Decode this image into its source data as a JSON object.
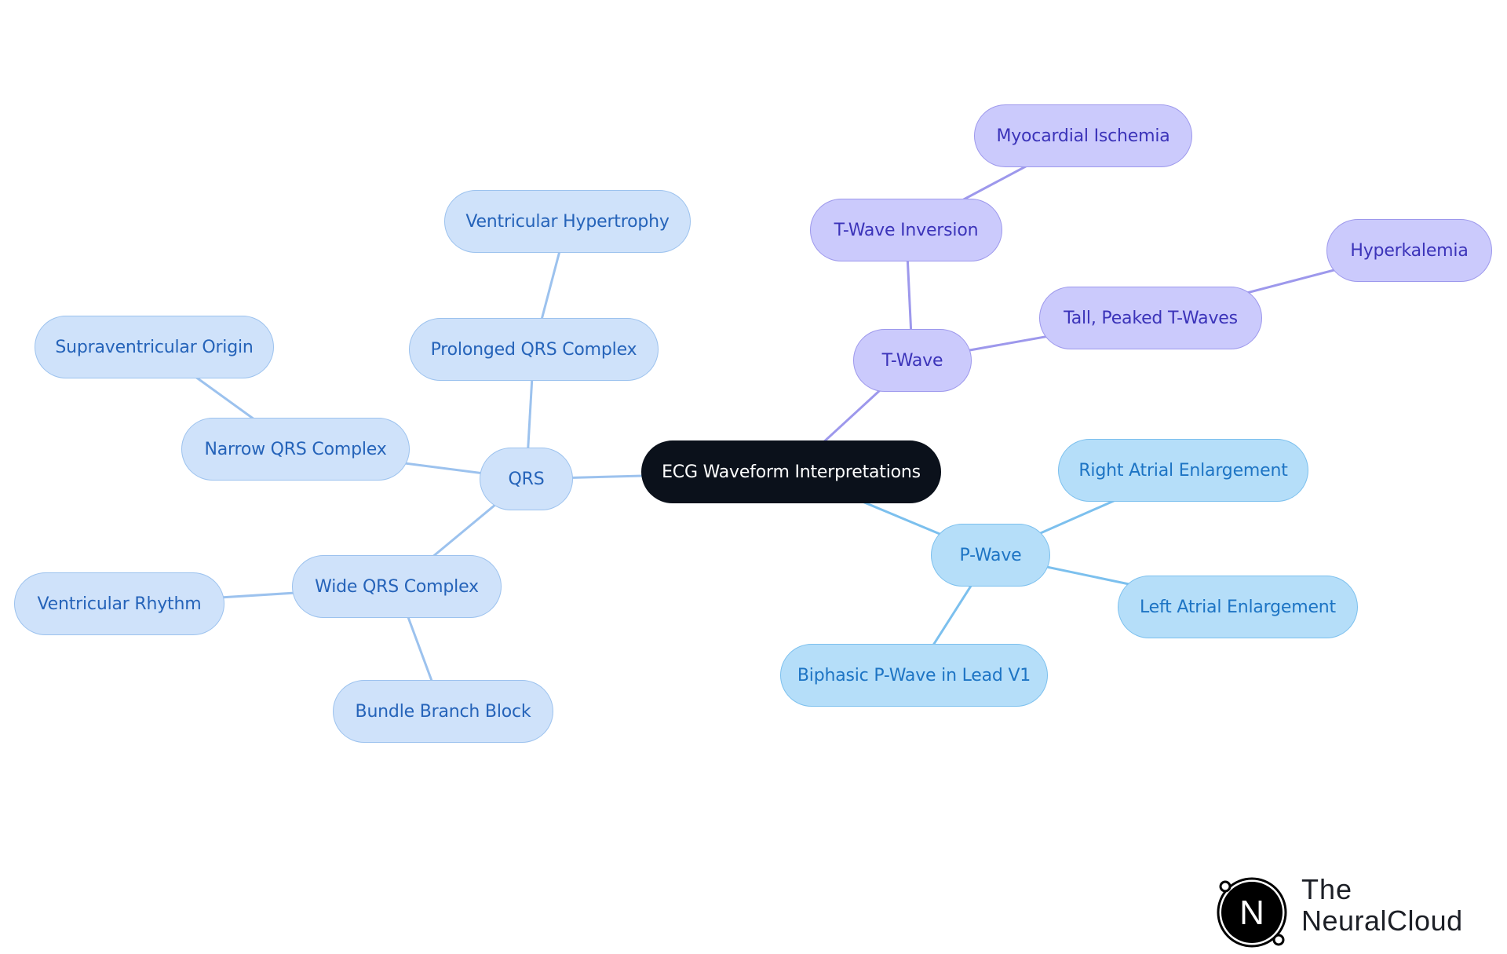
{
  "diagram": {
    "root": {
      "id": "root",
      "label": "ECG Waveform Interpretations"
    },
    "branches": [
      {
        "id": "qrs",
        "label": "QRS",
        "color": "#9cc2ee",
        "children": [
          {
            "id": "prolonged",
            "label": "Prolonged QRS Complex",
            "children": [
              {
                "id": "vent-hyper",
                "label": "Ventricular Hypertrophy"
              }
            ]
          },
          {
            "id": "narrow",
            "label": "Narrow QRS Complex",
            "children": [
              {
                "id": "supra",
                "label": "Supraventricular Origin"
              }
            ]
          },
          {
            "id": "wide",
            "label": "Wide QRS Complex",
            "children": [
              {
                "id": "vent-rhythm",
                "label": "Ventricular Rhythm"
              },
              {
                "id": "bbb",
                "label": "Bundle Branch Block"
              }
            ]
          }
        ]
      },
      {
        "id": "twave",
        "label": "T-Wave",
        "color": "#9d98ec",
        "children": [
          {
            "id": "tinv",
            "label": "T-Wave Inversion",
            "children": [
              {
                "id": "ischemia",
                "label": "Myocardial Ischemia"
              }
            ]
          },
          {
            "id": "tall",
            "label": "Tall, Peaked T-Waves",
            "children": [
              {
                "id": "hyperk",
                "label": "Hyperkalemia"
              }
            ]
          }
        ]
      },
      {
        "id": "pwave",
        "label": "P-Wave",
        "color": "#7cc0ee",
        "children": [
          {
            "id": "rae",
            "label": "Right Atrial Enlargement"
          },
          {
            "id": "lae",
            "label": "Left Atrial Enlargement"
          },
          {
            "id": "biphasic",
            "label": "Biphasic P-Wave in Lead V1"
          }
        ]
      }
    ]
  },
  "colors": {
    "root_bg": "#0b111b",
    "qrs_fill": "#cfe2fa",
    "pwave_fill": "#b5def9",
    "twave_fill": "#cbcafc"
  },
  "logo": {
    "line1": "The",
    "line2": "NeuralCloud",
    "mark_letter": "N",
    "icon": "neuralcloud-logo-icon"
  }
}
